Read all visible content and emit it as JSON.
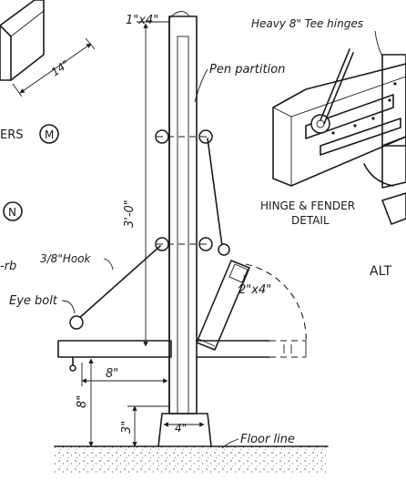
{
  "labels": {
    "top_board": "1\"x4\"",
    "hinges": "Heavy 8\" Tee hinges",
    "pen_partition": "Pen partition",
    "height": "3'-0\"",
    "fourteen": "14\"",
    "ers": "ERS",
    "marker_m": "M",
    "marker_n": "N",
    "hinge_detail_line1": "HINGE & FENDER",
    "hinge_detail_line2": "DETAIL",
    "alt": "ALT",
    "hook": "3/8\"Hook",
    "rb": "-rb",
    "eye_bolt": "Eye bolt",
    "two_by_four": "2\"x4\"",
    "eight_a": "8\"",
    "eight_b": "8\"",
    "three": "3\"",
    "four": "4\"",
    "floor_line": "Floor line"
  }
}
